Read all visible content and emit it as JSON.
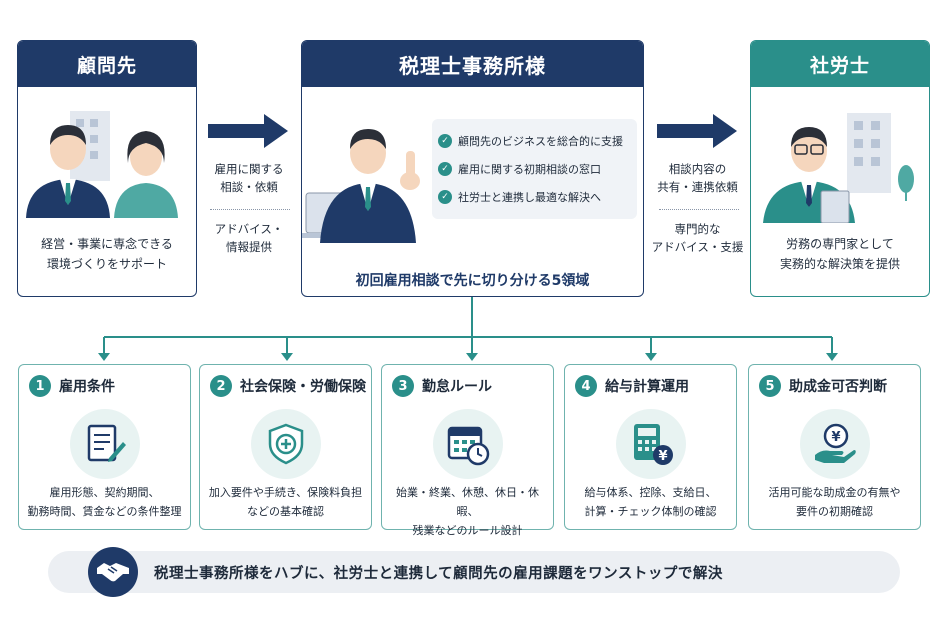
{
  "client": {
    "title": "顧問先",
    "caption_line1": "経営・事業に専念できる",
    "caption_line2": "環境づくりをサポート"
  },
  "left_arrow": {
    "label_top_line1": "雇用に関する",
    "label_top_line2": "相談・依頼",
    "label_bottom_line1": "アドバイス・",
    "label_bottom_line2": "情報提供"
  },
  "tax_office": {
    "title": "税理士事務所様",
    "bullets": [
      "顧問先のビジネスを総合的に支援",
      "雇用に関する初期相談の窓口",
      "社労士と連携し最適な解決へ"
    ],
    "caption": "初回雇用相談で先に切り分ける5領域"
  },
  "right_arrow": {
    "label_top_line1": "相談内容の",
    "label_top_line2": "共有・連携依頼",
    "label_bottom_line1": "専門的な",
    "label_bottom_line2": "アドバイス・支援"
  },
  "sharoushi": {
    "title": "社労士",
    "caption_line1": "労務の専門家として",
    "caption_line2": "実務的な解決策を提供"
  },
  "domains": [
    {
      "num": "1",
      "title": "雇用条件",
      "desc_line1": "雇用形態、契約期間、",
      "desc_line2": "勤務時間、賃金などの条件整理",
      "icon": "document-pen-icon"
    },
    {
      "num": "2",
      "title": "社会保険・労働保険",
      "desc_line1": "加入要件や手続き、保険料負担",
      "desc_line2": "などの基本確認",
      "icon": "shield-plus-icon"
    },
    {
      "num": "3",
      "title": "勤怠ルール",
      "desc_line1": "始業・終業、休憩、休日・休暇、",
      "desc_line2": "残業などのルール設計",
      "icon": "calendar-clock-icon"
    },
    {
      "num": "4",
      "title": "給与計算運用",
      "desc_line1": "給与体系、控除、支給日、",
      "desc_line2": "計算・チェック体制の確認",
      "icon": "calculator-yen-icon"
    },
    {
      "num": "5",
      "title": "助成金可否判断",
      "desc_line1": "活用可能な助成金の有無や",
      "desc_line2": "要件の初期確認",
      "icon": "yen-coin-hand-icon"
    }
  ],
  "banner": {
    "text": "税理士事務所様をハブに、社労士と連携して顧問先の雇用課題をワンストップで解決",
    "icon": "handshake-icon"
  },
  "colors": {
    "navy": "#1f3a68",
    "teal": "#2a8f8a"
  }
}
